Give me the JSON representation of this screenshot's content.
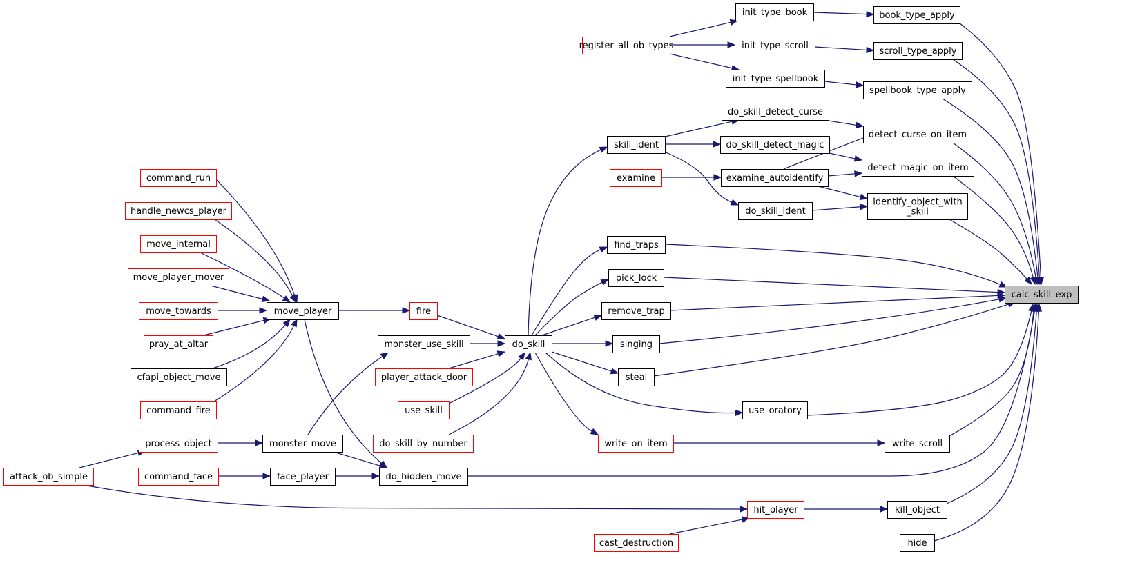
{
  "graph": {
    "root": "calc_skill_exp",
    "colors": {
      "edge": "#191970",
      "node_border": "#000000",
      "truncated_node_border": "#ff0000",
      "root_fill": "#bfbfbf"
    },
    "nodes": [
      {
        "id": "calc_skill_exp",
        "label": "calc_skill_exp",
        "style": "root"
      },
      {
        "id": "book_type_apply",
        "label": "book_type_apply",
        "style": "normal"
      },
      {
        "id": "scroll_type_apply",
        "label": "scroll_type_apply",
        "style": "normal"
      },
      {
        "id": "spellbook_type_apply",
        "label": "spellbook_type_apply",
        "style": "normal"
      },
      {
        "id": "detect_curse_on_item",
        "label": "detect_curse_on_item",
        "style": "normal"
      },
      {
        "id": "detect_magic_on_item",
        "label": "detect_magic_on_item",
        "style": "normal"
      },
      {
        "id": "identify_object_with_skill",
        "label": [
          "identify_object_with",
          "_skill"
        ],
        "style": "normal"
      },
      {
        "id": "find_traps",
        "label": "find_traps",
        "style": "normal"
      },
      {
        "id": "pick_lock",
        "label": "pick_lock",
        "style": "normal"
      },
      {
        "id": "remove_trap",
        "label": "remove_trap",
        "style": "normal"
      },
      {
        "id": "singing",
        "label": "singing",
        "style": "normal"
      },
      {
        "id": "steal",
        "label": "steal",
        "style": "normal"
      },
      {
        "id": "use_oratory",
        "label": "use_oratory",
        "style": "normal"
      },
      {
        "id": "write_scroll",
        "label": "write_scroll",
        "style": "normal"
      },
      {
        "id": "do_hidden_move",
        "label": "do_hidden_move",
        "style": "normal"
      },
      {
        "id": "kill_object",
        "label": "kill_object",
        "style": "normal"
      },
      {
        "id": "hide",
        "label": "hide",
        "style": "normal"
      },
      {
        "id": "init_type_book",
        "label": "init_type_book",
        "style": "normal"
      },
      {
        "id": "init_type_scroll",
        "label": "init_type_scroll",
        "style": "normal"
      },
      {
        "id": "init_type_spellbook",
        "label": "init_type_spellbook",
        "style": "normal"
      },
      {
        "id": "register_all_ob_types",
        "label": "register_all_ob_types",
        "style": "truncated"
      },
      {
        "id": "do_skill_detect_curse",
        "label": "do_skill_detect_curse",
        "style": "normal"
      },
      {
        "id": "do_skill_detect_magic",
        "label": "do_skill_detect_magic",
        "style": "normal"
      },
      {
        "id": "examine_autoidentify",
        "label": "examine_autoidentify",
        "style": "normal"
      },
      {
        "id": "do_skill_ident",
        "label": "do_skill_ident",
        "style": "normal"
      },
      {
        "id": "skill_ident",
        "label": "skill_ident",
        "style": "normal"
      },
      {
        "id": "examine",
        "label": "examine",
        "style": "truncated"
      },
      {
        "id": "do_skill",
        "label": "do_skill",
        "style": "normal"
      },
      {
        "id": "write_on_item",
        "label": "write_on_item",
        "style": "truncated"
      },
      {
        "id": "fire",
        "label": "fire",
        "style": "truncated"
      },
      {
        "id": "monster_use_skill",
        "label": "monster_use_skill",
        "style": "normal"
      },
      {
        "id": "player_attack_door",
        "label": "player_attack_door",
        "style": "truncated"
      },
      {
        "id": "use_skill",
        "label": "use_skill",
        "style": "truncated"
      },
      {
        "id": "do_skill_by_number",
        "label": "do_skill_by_number",
        "style": "truncated"
      },
      {
        "id": "move_player",
        "label": "move_player",
        "style": "normal"
      },
      {
        "id": "monster_move",
        "label": "monster_move",
        "style": "normal"
      },
      {
        "id": "face_player",
        "label": "face_player",
        "style": "normal"
      },
      {
        "id": "hit_player",
        "label": "hit_player",
        "style": "truncated"
      },
      {
        "id": "cast_destruction",
        "label": "cast_destruction",
        "style": "truncated"
      },
      {
        "id": "command_run",
        "label": "command_run",
        "style": "truncated"
      },
      {
        "id": "handle_newcs_player",
        "label": "handle_newcs_player",
        "style": "truncated"
      },
      {
        "id": "move_internal",
        "label": "move_internal",
        "style": "truncated"
      },
      {
        "id": "move_player_mover",
        "label": "move_player_mover",
        "style": "truncated"
      },
      {
        "id": "move_towards",
        "label": "move_towards",
        "style": "truncated"
      },
      {
        "id": "pray_at_altar",
        "label": "pray_at_altar",
        "style": "truncated"
      },
      {
        "id": "cfapi_object_move",
        "label": "cfapi_object_move",
        "style": "normal"
      },
      {
        "id": "command_fire",
        "label": "command_fire",
        "style": "truncated"
      },
      {
        "id": "process_object",
        "label": "process_object",
        "style": "truncated"
      },
      {
        "id": "command_face",
        "label": "command_face",
        "style": "truncated"
      },
      {
        "id": "attack_ob_simple",
        "label": "attack_ob_simple",
        "style": "truncated"
      }
    ],
    "edges": [
      {
        "from": "book_type_apply",
        "to": "calc_skill_exp"
      },
      {
        "from": "scroll_type_apply",
        "to": "calc_skill_exp"
      },
      {
        "from": "spellbook_type_apply",
        "to": "calc_skill_exp"
      },
      {
        "from": "detect_curse_on_item",
        "to": "calc_skill_exp"
      },
      {
        "from": "detect_magic_on_item",
        "to": "calc_skill_exp"
      },
      {
        "from": "identify_object_with_skill",
        "to": "calc_skill_exp"
      },
      {
        "from": "find_traps",
        "to": "calc_skill_exp"
      },
      {
        "from": "pick_lock",
        "to": "calc_skill_exp"
      },
      {
        "from": "remove_trap",
        "to": "calc_skill_exp"
      },
      {
        "from": "singing",
        "to": "calc_skill_exp"
      },
      {
        "from": "steal",
        "to": "calc_skill_exp"
      },
      {
        "from": "use_oratory",
        "to": "calc_skill_exp"
      },
      {
        "from": "write_scroll",
        "to": "calc_skill_exp"
      },
      {
        "from": "do_hidden_move",
        "to": "calc_skill_exp"
      },
      {
        "from": "kill_object",
        "to": "calc_skill_exp"
      },
      {
        "from": "hide",
        "to": "calc_skill_exp"
      },
      {
        "from": "init_type_book",
        "to": "book_type_apply"
      },
      {
        "from": "init_type_scroll",
        "to": "scroll_type_apply"
      },
      {
        "from": "init_type_spellbook",
        "to": "spellbook_type_apply"
      },
      {
        "from": "register_all_ob_types",
        "to": "init_type_book"
      },
      {
        "from": "register_all_ob_types",
        "to": "init_type_scroll"
      },
      {
        "from": "register_all_ob_types",
        "to": "init_type_spellbook"
      },
      {
        "from": "do_skill_detect_curse",
        "to": "detect_curse_on_item"
      },
      {
        "from": "examine_autoidentify",
        "to": "detect_curse_on_item"
      },
      {
        "from": "do_skill_detect_magic",
        "to": "detect_magic_on_item"
      },
      {
        "from": "examine_autoidentify",
        "to": "detect_magic_on_item"
      },
      {
        "from": "examine_autoidentify",
        "to": "identify_object_with_skill"
      },
      {
        "from": "do_skill_ident",
        "to": "identify_object_with_skill"
      },
      {
        "from": "skill_ident",
        "to": "do_skill_detect_curse"
      },
      {
        "from": "skill_ident",
        "to": "do_skill_detect_magic"
      },
      {
        "from": "skill_ident",
        "to": "do_skill_ident"
      },
      {
        "from": "examine",
        "to": "examine_autoidentify"
      },
      {
        "from": "do_skill",
        "to": "skill_ident"
      },
      {
        "from": "do_skill",
        "to": "find_traps"
      },
      {
        "from": "do_skill",
        "to": "pick_lock"
      },
      {
        "from": "do_skill",
        "to": "remove_trap"
      },
      {
        "from": "do_skill",
        "to": "singing"
      },
      {
        "from": "do_skill",
        "to": "steal"
      },
      {
        "from": "do_skill",
        "to": "use_oratory"
      },
      {
        "from": "do_skill",
        "to": "write_on_item"
      },
      {
        "from": "write_on_item",
        "to": "write_scroll"
      },
      {
        "from": "fire",
        "to": "do_skill"
      },
      {
        "from": "monster_use_skill",
        "to": "do_skill"
      },
      {
        "from": "player_attack_door",
        "to": "do_skill"
      },
      {
        "from": "use_skill",
        "to": "do_skill"
      },
      {
        "from": "do_skill_by_number",
        "to": "do_skill"
      },
      {
        "from": "move_player",
        "to": "fire"
      },
      {
        "from": "monster_move",
        "to": "monster_use_skill"
      },
      {
        "from": "move_player",
        "to": "do_hidden_move"
      },
      {
        "from": "monster_move",
        "to": "do_hidden_move"
      },
      {
        "from": "face_player",
        "to": "do_hidden_move"
      },
      {
        "from": "hit_player",
        "to": "kill_object"
      },
      {
        "from": "cast_destruction",
        "to": "hit_player"
      },
      {
        "from": "attack_ob_simple",
        "to": "hit_player"
      },
      {
        "from": "command_run",
        "to": "move_player"
      },
      {
        "from": "handle_newcs_player",
        "to": "move_player"
      },
      {
        "from": "move_internal",
        "to": "move_player"
      },
      {
        "from": "move_player_mover",
        "to": "move_player"
      },
      {
        "from": "move_towards",
        "to": "move_player"
      },
      {
        "from": "pray_at_altar",
        "to": "move_player"
      },
      {
        "from": "cfapi_object_move",
        "to": "move_player"
      },
      {
        "from": "command_fire",
        "to": "move_player"
      },
      {
        "from": "process_object",
        "to": "monster_move"
      },
      {
        "from": "command_face",
        "to": "face_player"
      },
      {
        "from": "attack_ob_simple",
        "to": "process_object"
      }
    ]
  }
}
